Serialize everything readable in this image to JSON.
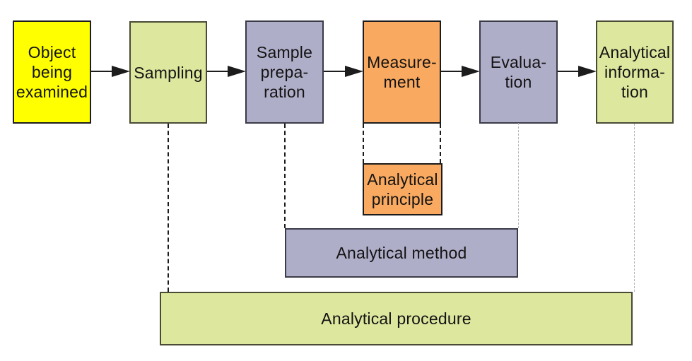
{
  "colors": {
    "object_fill": "#ffff00",
    "green_fill": "#dde79e",
    "purple_fill": "#afaec9",
    "orange_fill": "#faaa60",
    "dark_border": "#1c1c1c",
    "olive_border": "#4a4a35",
    "slate_border": "#3a3a48",
    "connector_dark": "#1c1c1c",
    "connector_light": "#b5b5b5",
    "text": "#131313"
  },
  "boxes": {
    "object": {
      "label": "Object\nbeing\nexamined"
    },
    "sampling": {
      "label": "Sampling"
    },
    "preparation": {
      "label": "Sample\nprepa-\nration"
    },
    "measurement": {
      "label": "Measure-\nment"
    },
    "evaluation": {
      "label": "Evalua-\ntion"
    },
    "information": {
      "label": "Analytical\ninforma-\ntion"
    },
    "principle": {
      "label": "Analytical\nprinciple"
    },
    "method": {
      "label": "Analytical method"
    },
    "procedure": {
      "label": "Analytical procedure"
    }
  }
}
